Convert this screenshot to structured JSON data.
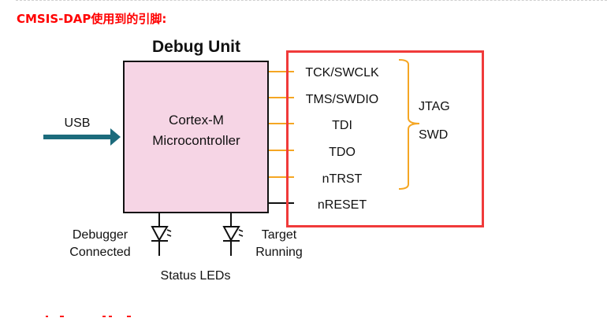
{
  "heading": "CMSIS-DAP使用到的引脚:",
  "diagram": {
    "title": "Debug Unit",
    "mcu_label_line1": "Cortex-M",
    "mcu_label_line2": "Microcontroller",
    "input_label": "USB",
    "pins": [
      "TCK/SWCLK",
      "TMS/SWDIO",
      "TDI",
      "TDO",
      "nTRST",
      "nRESET"
    ],
    "protocol_labels": [
      "JTAG",
      "SWD"
    ],
    "leds": [
      {
        "label_line1": "Debugger",
        "label_line2": "Connected"
      },
      {
        "label_line1": "Target",
        "label_line2": "Running"
      }
    ],
    "leds_caption": "Status LEDs"
  },
  "colors": {
    "heading": "#ff0000",
    "mcu_fill": "#f6d5e5",
    "pin_line": "#f5a623",
    "highlight_box": "#f03a3a",
    "usb_arrow": "#1c6b7c"
  }
}
